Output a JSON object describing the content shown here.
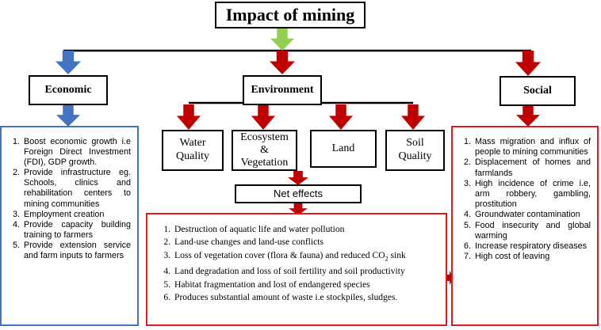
{
  "title": "Impact of mining",
  "categories": {
    "economic": "Economic",
    "environment": "Environment",
    "social": "Social"
  },
  "environment_subs": [
    {
      "id": "water",
      "label": "Water\nQuality"
    },
    {
      "id": "ecosystem",
      "label": "Ecosystem\n&\nVegetation"
    },
    {
      "id": "land",
      "label": "Land"
    },
    {
      "id": "soil",
      "label": "Soil\nQuality"
    }
  ],
  "net_effects": "Net effects",
  "economic_list": [
    "Boost economic growth i.e Foreign Direct Investment (FDI), GDP growth.",
    "Provide infrastructure eg. Schools, clinics and rehabilitation centers to mining communities",
    "Employment creation",
    "Provide capacity building training to farmers",
    "Provide extension service and farm inputs to farmers"
  ],
  "environment_list": [
    "Destruction of aquatic life and water pollution",
    "Land-use changes and land-use conflicts",
    "Loss of vegetation cover (flora & fauna) and reduced CO2 sink",
    "Land degradation and loss of soil fertility and soil productivity",
    "Habitat fragmentation and lost of endangered species",
    "Produces substantial amount of waste i.e stockpiles, sludges."
  ],
  "social_list": [
    "Mass migration and influx of people to mining communities",
    "Displacement of homes and farmlands",
    "High incidence of crime i.e, arm robbery, gambling, prostitution",
    "Groundwater contamination",
    "Food insecurity and global warming",
    "Increase respiratory diseases",
    "High cost of leaving"
  ],
  "colors": {
    "green_arrow": "#92d050",
    "blue_arrow": "#4472c4",
    "red_arrow": "#c00000",
    "blue_border": "#4472c4",
    "red_border": "#e01b1b"
  }
}
